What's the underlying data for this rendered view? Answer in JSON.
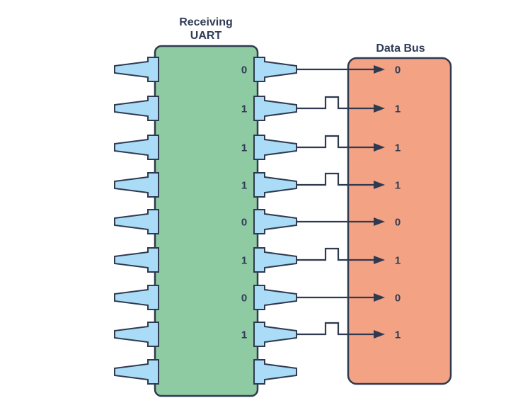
{
  "diagram": {
    "chip_title_line1": "Receiving",
    "chip_title_line2": "UART",
    "bus_title": "Data Bus",
    "bits": [
      "0",
      "1",
      "1",
      "1",
      "0",
      "1",
      "0",
      "1"
    ],
    "pins_per_side": 9,
    "colors": {
      "background": "#ffffff",
      "chip_fill": "#8ecaa2",
      "bus_fill": "#f3a284",
      "pin_fill": "#aadcf7",
      "outline": "#2f3a50",
      "text": "#303c55"
    }
  }
}
